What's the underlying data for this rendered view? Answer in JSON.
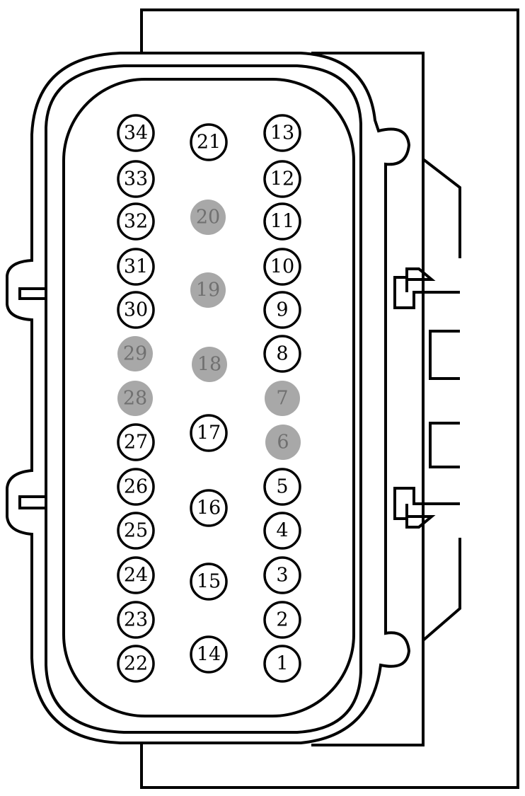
{
  "diagram": {
    "colors": {
      "background": "#ffffff",
      "outline": "#000000",
      "pin_fill": "#ffffff",
      "pin_label": "#000000",
      "unused_pin_fill": "#a8a8a8",
      "unused_pin_label": "#707070"
    },
    "pins": [
      {
        "label": "1",
        "unused": false
      },
      {
        "label": "2",
        "unused": false
      },
      {
        "label": "3",
        "unused": false
      },
      {
        "label": "4",
        "unused": false
      },
      {
        "label": "5",
        "unused": false
      },
      {
        "label": "6",
        "unused": true
      },
      {
        "label": "7",
        "unused": true
      },
      {
        "label": "8",
        "unused": false
      },
      {
        "label": "9",
        "unused": false
      },
      {
        "label": "10",
        "unused": false
      },
      {
        "label": "11",
        "unused": false
      },
      {
        "label": "12",
        "unused": false
      },
      {
        "label": "13",
        "unused": false
      },
      {
        "label": "14",
        "unused": false
      },
      {
        "label": "15",
        "unused": false
      },
      {
        "label": "16",
        "unused": false
      },
      {
        "label": "17",
        "unused": false
      },
      {
        "label": "18",
        "unused": true
      },
      {
        "label": "19",
        "unused": true
      },
      {
        "label": "20",
        "unused": true
      },
      {
        "label": "21",
        "unused": false
      },
      {
        "label": "22",
        "unused": false
      },
      {
        "label": "23",
        "unused": false
      },
      {
        "label": "24",
        "unused": false
      },
      {
        "label": "25",
        "unused": false
      },
      {
        "label": "26",
        "unused": false
      },
      {
        "label": "27",
        "unused": false
      },
      {
        "label": "28",
        "unused": true
      },
      {
        "label": "29",
        "unused": true
      },
      {
        "label": "30",
        "unused": false
      },
      {
        "label": "31",
        "unused": false
      },
      {
        "label": "32",
        "unused": false
      },
      {
        "label": "33",
        "unused": false
      },
      {
        "label": "34",
        "unused": false
      }
    ]
  }
}
